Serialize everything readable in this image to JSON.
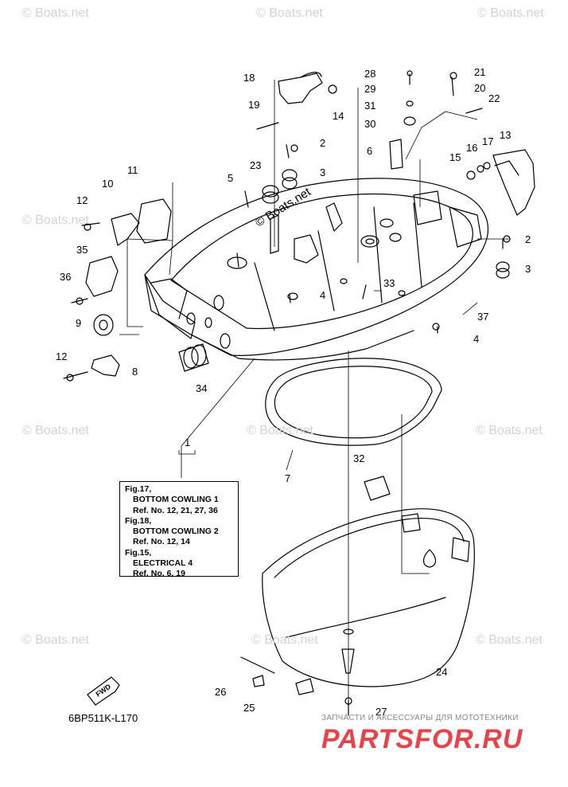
{
  "watermark_text": "© Boats.net",
  "diagram_code": "6BP511K-L170",
  "reference_note": {
    "lines": [
      "Fig.17,",
      "BOTTOM COWLING 1",
      "Ref. No. 12, 21, 27, 36",
      "Fig.18,",
      "BOTTOM COWLING 2",
      "Ref. No. 12, 14",
      "Fig.15,",
      "ELECTRICAL 4",
      "Ref. No. 6, 19"
    ]
  },
  "fwd_label": "FWD",
  "site_tagline": "ЗАПЧАСТИ И АКСЕССУАРЫ ДЛЯ МОТОТЕХНИКИ",
  "site_logo": "PARTSFOR.RU",
  "callouts": [
    "1",
    "2",
    "3",
    "4",
    "5",
    "6",
    "7",
    "8",
    "9",
    "10",
    "11",
    "12",
    "13",
    "14",
    "15",
    "16",
    "17",
    "18",
    "19",
    "20",
    "21",
    "22",
    "23",
    "24",
    "25",
    "26",
    "27",
    "28",
    "29",
    "30",
    "31",
    "32",
    "33",
    "34",
    "35",
    "36",
    "37"
  ],
  "colors": {
    "line": "#000000",
    "watermark": "#d2d2d2",
    "logo": "#e8424a"
  }
}
